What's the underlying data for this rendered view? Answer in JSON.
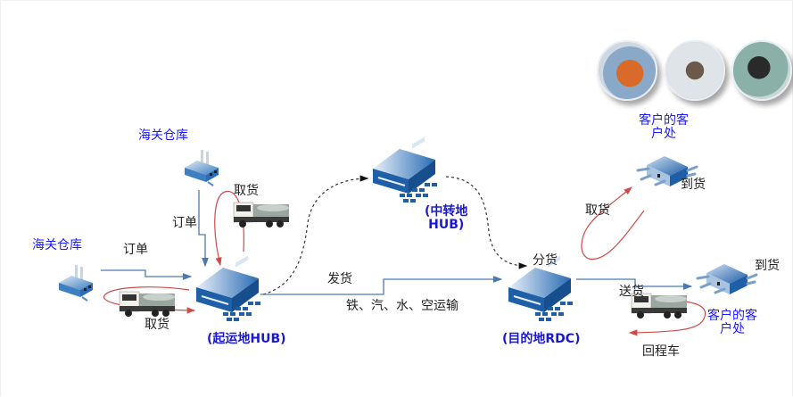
{
  "diagram": {
    "title": "",
    "nodes": {
      "customs_warehouse_top": {
        "label": "海关仓库",
        "icon": "factory-icon"
      },
      "customs_warehouse_left": {
        "label": "海关仓库",
        "icon": "factory-icon"
      },
      "origin_hub": {
        "label": "(起运地HUB)",
        "icon": "server-hub-icon"
      },
      "transit_hub": {
        "label_line1": "(中转地",
        "label_line2": "HUB)",
        "icon": "server-hub-icon"
      },
      "destination_rdc": {
        "label": "(目的地RDC)",
        "icon": "server-hub-icon"
      },
      "customer_top": {
        "label_line1": "客户的客",
        "label_line2": "户处",
        "icon": "connector-icon"
      },
      "customer_bottom": {
        "label_line1": "客户的客",
        "label_line2": "户处",
        "icon": "connector-icon"
      }
    },
    "edge_labels": {
      "order_top": "订单",
      "order_left": "订单",
      "pickup_top": "取货",
      "pickup_left": "取货",
      "ship": "发货",
      "transport_modes": "铁、汽、水、空运输",
      "distribute": "分货",
      "pickup_right": "取货",
      "arrive_top": "到货",
      "deliver": "送货",
      "arrive_bottom": "到货",
      "return_truck": "回程车"
    },
    "photos": [
      "truck-photo",
      "office-worker-photo",
      "walking-people-photo"
    ],
    "colors": {
      "order_line": "#4a7ab0",
      "pickup_line": "#d04a4a",
      "dashed_line": "#333333",
      "hub_blue": "#1e5fa8",
      "label_blue": "#1a1aff"
    }
  }
}
